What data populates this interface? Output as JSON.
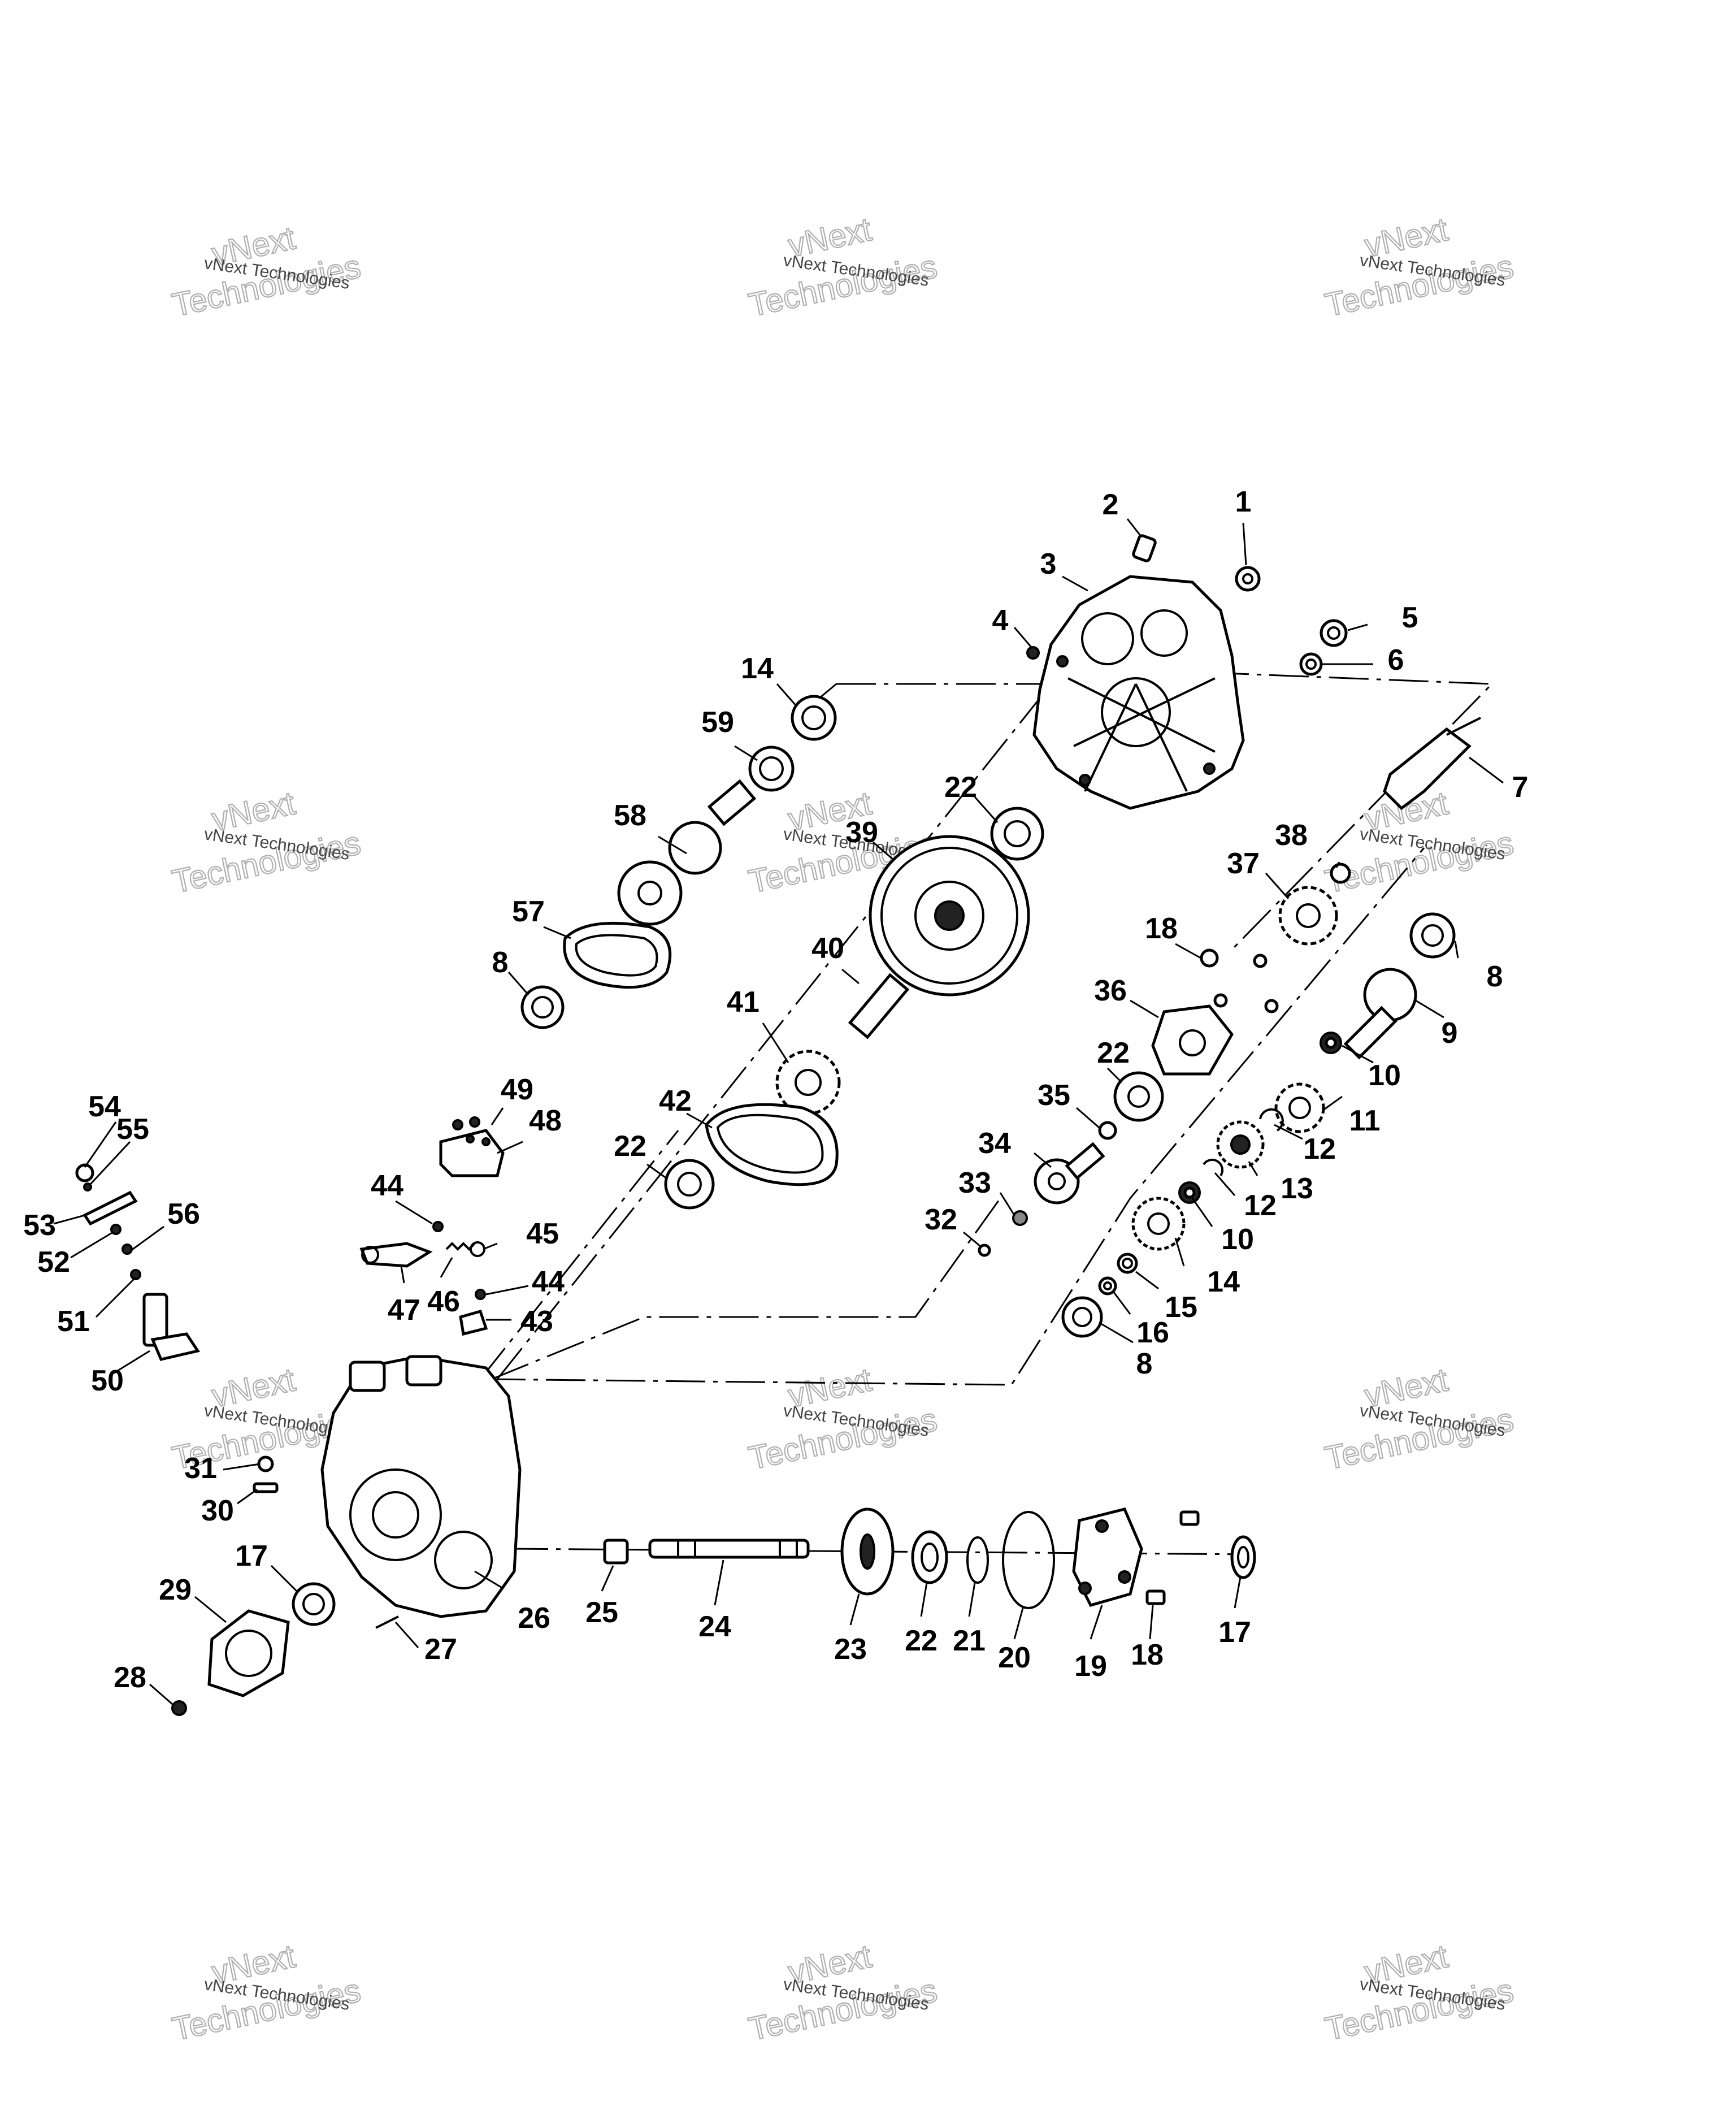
{
  "watermark": {
    "line1": "vNext",
    "line2": "Technologies",
    "small": "vNext Technologies"
  },
  "callouts": {
    "c1": "1",
    "c2": "2",
    "c3": "3",
    "c4": "4",
    "c5": "5",
    "c6": "6",
    "c7": "7",
    "c8a": "8",
    "c8b": "8",
    "c8c": "8",
    "c9": "9",
    "c10a": "10",
    "c10b": "10",
    "c11": "11",
    "c12a": "12",
    "c12b": "12",
    "c13": "13",
    "c14a": "14",
    "c14b": "14",
    "c15": "15",
    "c16": "16",
    "c17a": "17",
    "c17b": "17",
    "c18a": "18",
    "c18b": "18",
    "c19": "19",
    "c20": "20",
    "c21": "21",
    "c22a": "22",
    "c22b": "22",
    "c22c": "22",
    "c22d": "22",
    "c23": "23",
    "c24": "24",
    "c25": "25",
    "c26": "26",
    "c27": "27",
    "c28": "28",
    "c29": "29",
    "c30": "30",
    "c31": "31",
    "c32": "32",
    "c33": "33",
    "c34": "34",
    "c35": "35",
    "c36": "36",
    "c37": "37",
    "c38": "38",
    "c39": "39",
    "c40": "40",
    "c41": "41",
    "c42": "42",
    "c43": "43",
    "c44a": "44",
    "c44b": "44",
    "c45": "45",
    "c46": "46",
    "c47": "47",
    "c48": "48",
    "c49": "49",
    "c50": "50",
    "c51": "51",
    "c52": "52",
    "c53": "53",
    "c54": "54",
    "c55": "55",
    "c56": "56",
    "c57": "57",
    "c58": "58",
    "c59": "59"
  }
}
